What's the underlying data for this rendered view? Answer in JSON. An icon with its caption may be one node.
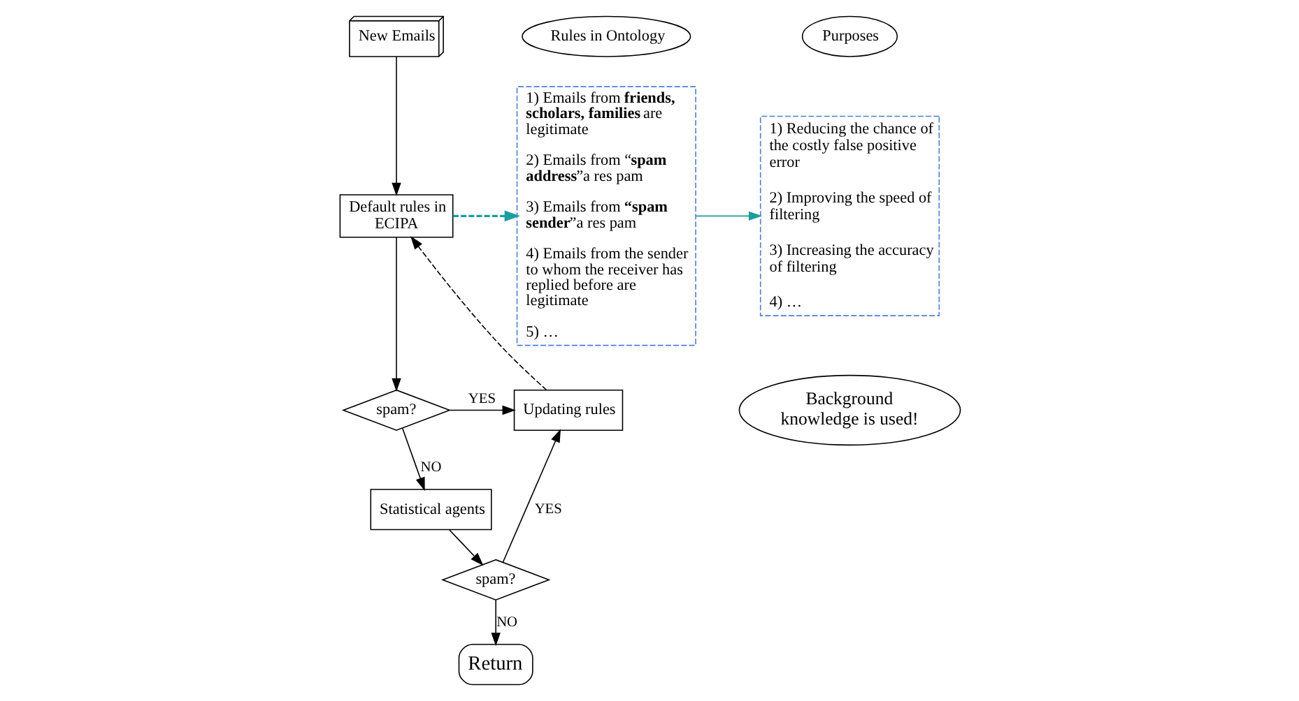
{
  "diagram": {
    "nodes": [
      {
        "text": [
          "New Emails"
        ]
      },
      {
        "text": [
          "Default rules in ECIPA"
        ]
      },
      {
        "text": [
          "spam?"
        ]
      },
      {
        "text": [
          "Updating rules"
        ]
      },
      {
        "text": [
          "Statistical agents"
        ]
      },
      {
        "text": [
          "spam?"
        ]
      },
      {
        "text": [
          "Return"
        ]
      },
      {
        "text": [
          "Rules in Ontology"
        ]
      },
      {
        "text": [
          "1) Emails from **friends, scholars, families** are legitimate",
          "2) Emails from “**spam address**”a res pam",
          "3) Emails from **“spam sender**”a res pam",
          "4) Emails from the sender to whom the receiver has replied before are legitimate",
          "5) …"
        ]
      },
      {
        "text": [
          "Purposes"
        ]
      },
      {
        "text": [
          "1) Reducing the chance of the costly false positive error",
          "2) Improving the speed of filtering",
          "3) Increasing the accuracy of filtering",
          "4) …"
        ]
      },
      {
        "text": [
          "Background knowledge is used!"
        ]
      }
    ],
    "edges": [
      {
        "from": 0,
        "to": 1,
        "arrow": "to"
      },
      {
        "from": 1,
        "to": 2,
        "arrow": "to"
      },
      {
        "from": 2,
        "to": 3,
        "arrow": "to",
        "label": "YES"
      },
      {
        "from": 2,
        "to": 4,
        "arrow": "to",
        "label": "NO"
      },
      {
        "from": 4,
        "to": 5,
        "arrow": "to"
      },
      {
        "from": 5,
        "to": 3,
        "arrow": "to",
        "label": "YES"
      },
      {
        "from": 5,
        "to": 6,
        "arrow": "to",
        "label": "NO"
      },
      {
        "from": 3,
        "to": 1,
        "arrow": "to",
        "style": "dashed"
      },
      {
        "from": 1,
        "to": 8,
        "arrow": "to",
        "style": "dashed",
        "color": "#1a9e9e"
      },
      {
        "from": 8,
        "to": 10,
        "arrow": "to",
        "color": "#1a9e9e"
      }
    ]
  }
}
